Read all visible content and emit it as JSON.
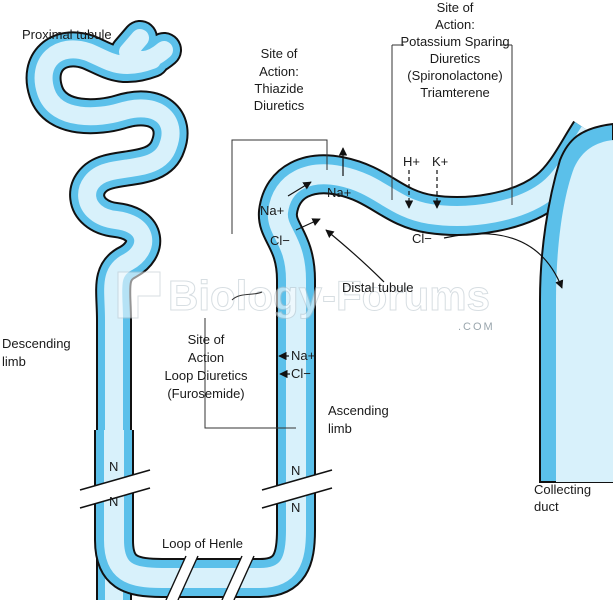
{
  "labels": {
    "proximal_tubule": "Proximal tubule",
    "descending_limb": [
      "Descending",
      "limb"
    ],
    "thiazide_site": [
      "Site of",
      "Action:",
      "Thiazide",
      "Diuretics"
    ],
    "potassium_site": [
      "Site of",
      "Action:",
      "Potassium Sparing",
      "Diuretics",
      "(Spironolactone)",
      "Triamterene"
    ],
    "loop_site": [
      "Site of",
      "Action",
      "Loop Diuretics",
      "(Furosemide)"
    ],
    "ascending_limb": [
      "Ascending",
      "limb"
    ],
    "distal_tubule": "Distal tubule",
    "loop_of_henle": "Loop of Henle",
    "collecting_duct": [
      "Collecting",
      "duct"
    ]
  },
  "ions": {
    "na_distal_up": "Na+",
    "na_distal_left": "Na+",
    "cl_distal_left": "Cl−",
    "h_plus": "H+",
    "k_plus": "K+",
    "cl_distal": "Cl−",
    "na_ascending": "Na+",
    "cl_ascending": "Cl−",
    "n_left_top": "N",
    "n_left_bottom": "N",
    "n_right_top": "N",
    "n_right_bottom": "N"
  },
  "watermark": {
    "main": "Biology-Forums",
    "sub": ".COM"
  },
  "colors": {
    "tubule_edge": "#5bc0ea",
    "tubule_center": "#d8f1fb",
    "outline": "#111111"
  }
}
